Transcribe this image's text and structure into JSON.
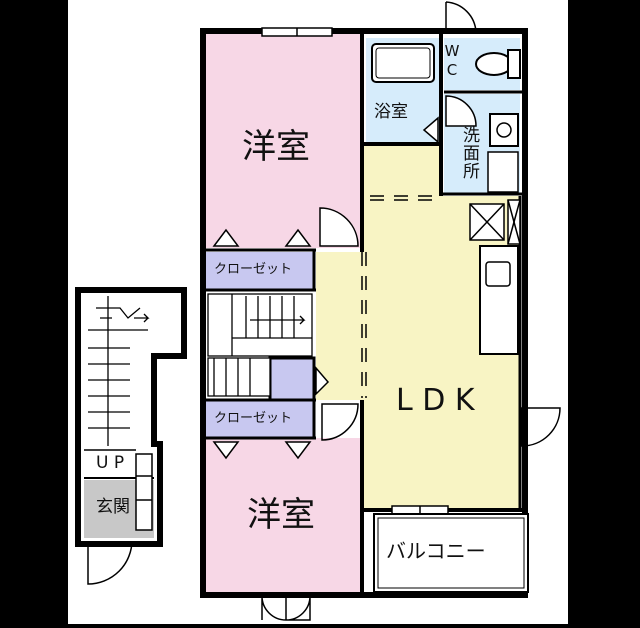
{
  "rooms": {
    "western_room_top": "洋室",
    "western_room_bottom": "洋室",
    "closet_top": "クローゼット",
    "closet_bottom": "クローゼット",
    "bathroom": "浴室",
    "toilet": "WC",
    "washroom": "洗面所",
    "ldk": "L D K",
    "balcony": "バルコニー",
    "entrance": "玄関",
    "stairs_up": "U P"
  },
  "colors": {
    "background": "#000000",
    "page": "#ffffff",
    "wall": "#000000",
    "western_room": "#f7d7e6",
    "closet": "#c8c8f0",
    "ldk": "#f8f4c4",
    "wet_area": "#d6ecfb",
    "entrance": "#c8c8c8"
  }
}
